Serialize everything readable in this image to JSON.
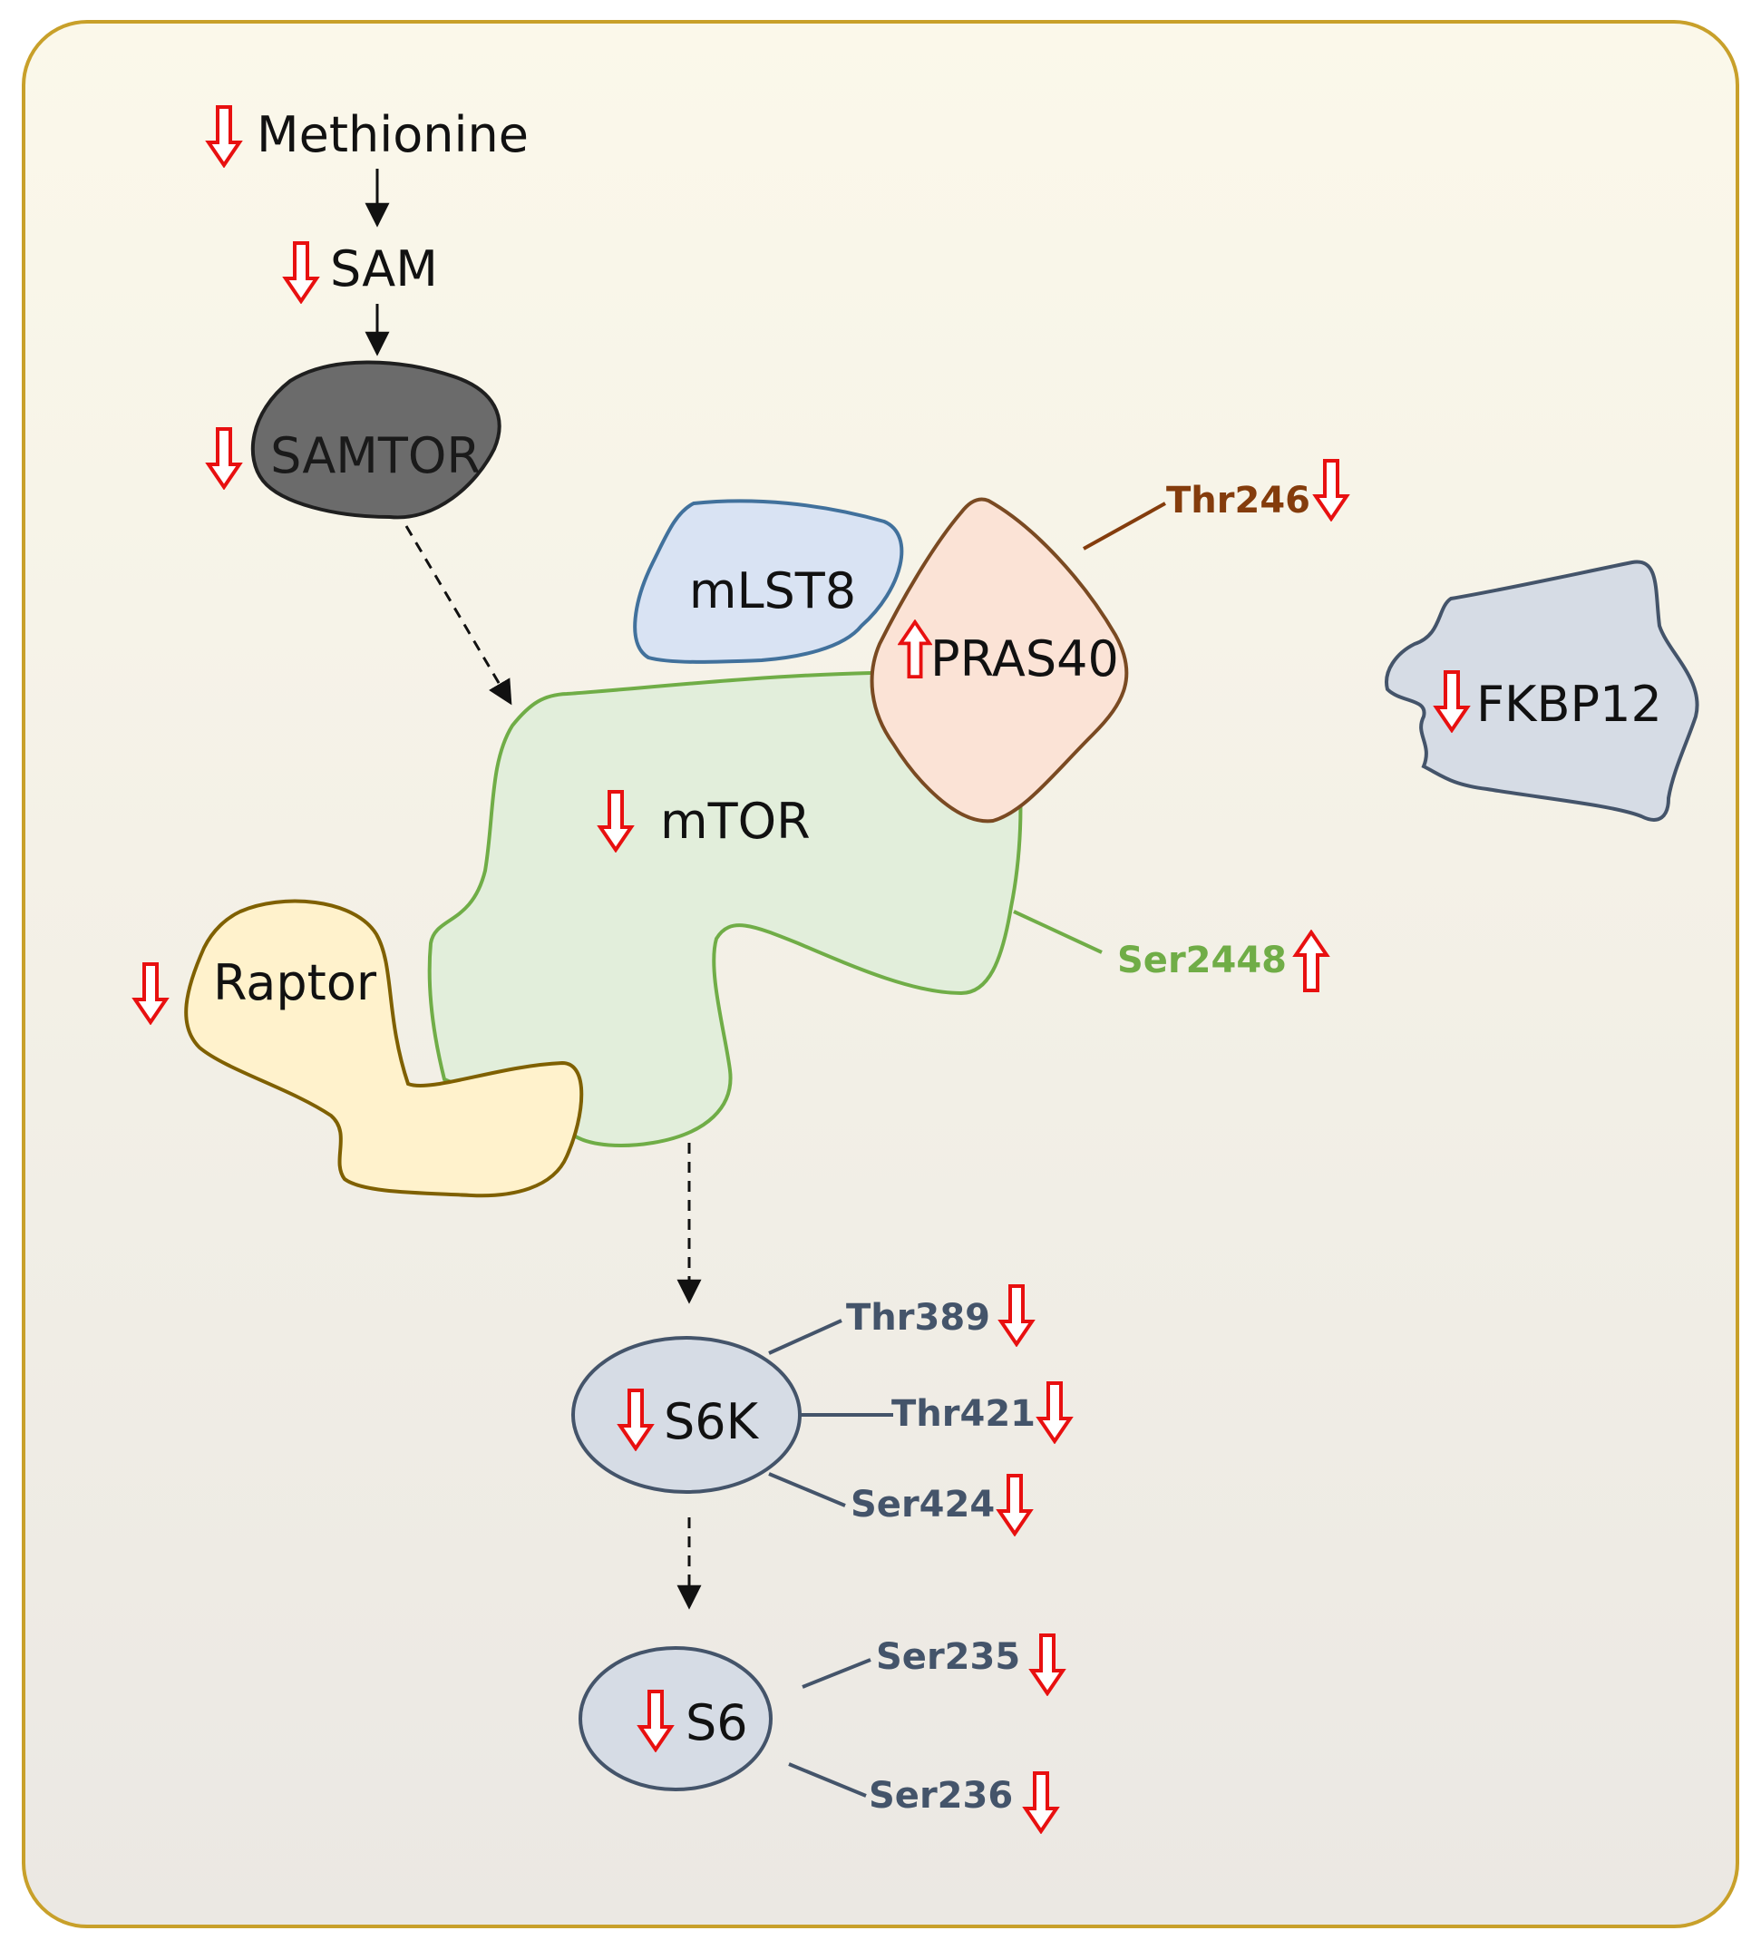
{
  "colors": {
    "frame_border": "#c8a02a",
    "background_top": "#fbf8ea",
    "background_bottom": "#ebe8e3",
    "arrow_red": "#e81010",
    "samtor_fill": "#6b6b6b",
    "mtor_fill": "#e2eedb",
    "mtor_stroke": "#70ad47",
    "mlst8_fill": "#d9e3f3",
    "mlst8_stroke": "#41719c",
    "pras40_fill": "#fbe3d6",
    "pras40_stroke": "#7a4a22",
    "raptor_fill": "#fff2cc",
    "raptor_stroke": "#7f6000",
    "fkbp12_fill": "#d6dce5",
    "fkbp12_stroke": "#44546a",
    "site_blue": "#44546a",
    "site_brown": "#843c0c",
    "site_green": "#70ad47"
  },
  "nodes": {
    "methionine": {
      "label": "Methionine",
      "change": "down"
    },
    "sam": {
      "label": "SAM",
      "change": "down"
    },
    "samtor": {
      "label": "SAMTOR",
      "change": "down"
    },
    "mlst8": {
      "label": "mLST8"
    },
    "pras40": {
      "label": "PRAS40",
      "change": "up"
    },
    "mtor": {
      "label": "mTOR",
      "change": "down"
    },
    "raptor": {
      "label": "Raptor",
      "change": "down"
    },
    "fkbp12": {
      "label": "FKBP12",
      "change": "down"
    },
    "s6k": {
      "label": "S6K",
      "change": "down"
    },
    "s6": {
      "label": "S6",
      "change": "down"
    }
  },
  "sites": {
    "thr246": {
      "label": "Thr246",
      "change": "down"
    },
    "ser2448": {
      "label": "Ser2448",
      "change": "up"
    },
    "thr389": {
      "label": "Thr389",
      "change": "down"
    },
    "thr421": {
      "label": "Thr421",
      "change": "down"
    },
    "ser424": {
      "label": "Ser424",
      "change": "down"
    },
    "ser235": {
      "label": "Ser235",
      "change": "down"
    },
    "ser236": {
      "label": "Ser236",
      "change": "down"
    }
  },
  "icons": {
    "down": "hollow-down-arrow-icon",
    "up": "hollow-up-arrow-icon"
  }
}
